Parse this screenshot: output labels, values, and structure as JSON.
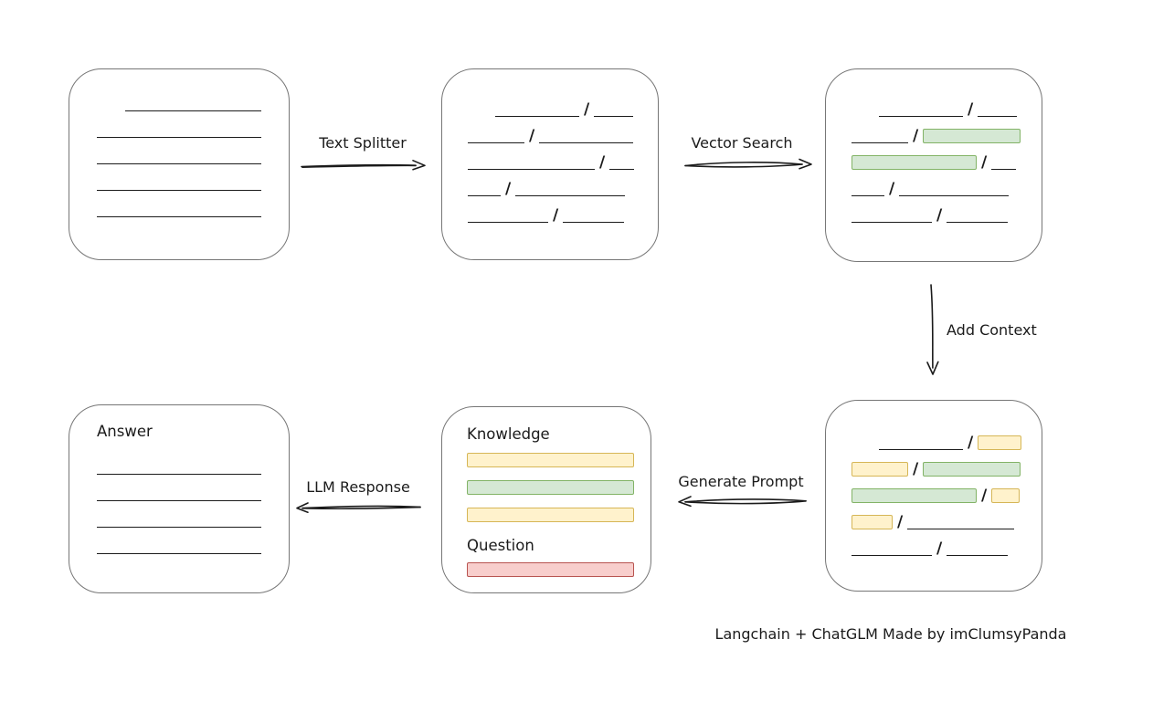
{
  "colors": {
    "line": "#1b1b1b",
    "box_border": "#767676",
    "yellow_fill": "#fff2cc",
    "yellow_border": "#d6b656",
    "green_fill": "#d5e8d4",
    "green_border": "#82b366",
    "red_fill": "#f8cecc",
    "red_border": "#b85450"
  },
  "labels": {
    "text_splitter": "Text Splitter",
    "vector_search": "Vector Search",
    "add_context": "Add Context",
    "generate_prompt": "Generate Prompt",
    "llm_response": "LLM Response"
  },
  "boxes": {
    "source_document": {
      "lines": [
        {
          "indent": 31,
          "w": 149
        },
        {
          "indent": 0,
          "w": 180
        },
        {
          "indent": 0,
          "w": 180
        },
        {
          "indent": 0,
          "w": 180
        },
        {
          "indent": 0,
          "w": 180
        }
      ]
    },
    "split_text": {
      "rows": [
        [
          {
            "t": "gap",
            "w": 30
          },
          {
            "t": "line",
            "w": 92
          },
          {
            "t": "slash"
          },
          {
            "t": "line",
            "w": 43
          }
        ],
        [
          {
            "t": "line",
            "w": 62
          },
          {
            "t": "slash"
          },
          {
            "t": "line",
            "w": 103
          }
        ],
        [
          {
            "t": "line",
            "w": 139
          },
          {
            "t": "slash"
          },
          {
            "t": "line",
            "w": 27
          }
        ],
        [
          {
            "t": "line",
            "w": 36
          },
          {
            "t": "slash"
          },
          {
            "t": "line",
            "w": 120
          }
        ],
        [
          {
            "t": "line",
            "w": 88
          },
          {
            "t": "slash"
          },
          {
            "t": "line",
            "w": 67
          }
        ]
      ]
    },
    "vector_results": {
      "rows": [
        [
          {
            "t": "gap",
            "w": 30
          },
          {
            "t": "line",
            "w": 92
          },
          {
            "t": "slash"
          },
          {
            "t": "line",
            "w": 43
          }
        ],
        [
          {
            "t": "line",
            "w": 62
          },
          {
            "t": "slash"
          },
          {
            "t": "chip",
            "c": "green",
            "w": 107
          }
        ],
        [
          {
            "t": "chip",
            "c": "green",
            "w": 137
          },
          {
            "t": "slash"
          },
          {
            "t": "line",
            "w": 27
          }
        ],
        [
          {
            "t": "line",
            "w": 36
          },
          {
            "t": "slash"
          },
          {
            "t": "line",
            "w": 120
          }
        ],
        [
          {
            "t": "line",
            "w": 88
          },
          {
            "t": "slash"
          },
          {
            "t": "line",
            "w": 67
          }
        ]
      ]
    },
    "context_chunks": {
      "rows": [
        [
          {
            "t": "gap",
            "w": 30
          },
          {
            "t": "line",
            "w": 92
          },
          {
            "t": "slash"
          },
          {
            "t": "chip",
            "c": "yellow",
            "w": 48
          }
        ],
        [
          {
            "t": "chip",
            "c": "yellow",
            "w": 62
          },
          {
            "t": "slash"
          },
          {
            "t": "chip",
            "c": "green",
            "w": 107
          }
        ],
        [
          {
            "t": "chip",
            "c": "green",
            "w": 137
          },
          {
            "t": "slash"
          },
          {
            "t": "chip",
            "c": "yellow",
            "w": 31
          }
        ],
        [
          {
            "t": "chip",
            "c": "yellow",
            "w": 45
          },
          {
            "t": "slash"
          },
          {
            "t": "line",
            "w": 117
          }
        ],
        [
          {
            "t": "line",
            "w": 88
          },
          {
            "t": "slash"
          },
          {
            "t": "line",
            "w": 67
          }
        ]
      ]
    },
    "prompt": {
      "knowledge_label": "Knowledge",
      "knowledge_bars": [
        "yellow",
        "green",
        "yellow"
      ],
      "question_label": "Question",
      "question_bars": [
        "red"
      ]
    },
    "answer": {
      "title": "Answer",
      "lines": [
        {
          "indent": 0,
          "w": 180
        },
        {
          "indent": 0,
          "w": 180
        },
        {
          "indent": 0,
          "w": 180
        },
        {
          "indent": 0,
          "w": 180
        }
      ]
    }
  },
  "footer": {
    "credit": "Langchain + ChatGLM Made by imClumsyPanda"
  }
}
